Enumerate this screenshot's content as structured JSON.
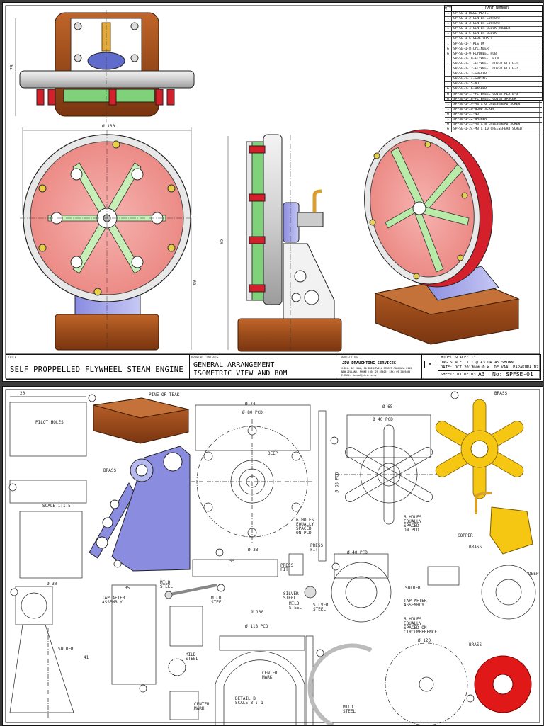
{
  "sheet1": {
    "bom_header": {
      "qty": "QTY",
      "part": "PART NUMBER"
    },
    "bom_rows": [
      {
        "qty": "1",
        "part": "SPFSE-1-BASE PLATE"
      },
      {
        "qty": "1",
        "part": "SPFSE-1-2-CENTER SUPPORT"
      },
      {
        "qty": "1",
        "part": "SPFSE-1-3-CENTER SUPPORT"
      },
      {
        "qty": "1",
        "part": "SPFSE-1-4-CENTER BLOCK HOLDER"
      },
      {
        "qty": "1",
        "part": "SPFSE-1-5-CENTER BLOCK"
      },
      {
        "qty": "1",
        "part": "SPFSE-1-6-SIDE SHAFT"
      },
      {
        "qty": "1",
        "part": "SPFSE-1-7-PISTON"
      },
      {
        "qty": "6",
        "part": "SPFSE-1-8-CYLINDER"
      },
      {
        "qty": "6",
        "part": "SPFSE-1-9-FLYWHEEL HUB"
      },
      {
        "qty": "1",
        "part": "SPFSE-1-10-FLYWHEEL RIM"
      },
      {
        "qty": "1",
        "part": "SPFSE-1-11-FLYWHEEL COVER PLATE-1"
      },
      {
        "qty": "1",
        "part": "SPFSE-1-12-FLYWHEEL COVER PLATE-2"
      },
      {
        "qty": "1",
        "part": "SPFSE-1-13-SPACER"
      },
      {
        "qty": "1",
        "part": "SPFSE-1-14-SPRING"
      },
      {
        "qty": "1",
        "part": "SPFSE-1-15-NUT"
      },
      {
        "qty": "6",
        "part": "SPFSE-1-16-WASHER"
      },
      {
        "qty": "6",
        "part": "SPFSE-1-17-FLYWHEEL COVER PLATE-3"
      },
      {
        "qty": "6",
        "part": "SPFSE-1-18-FLYWHEEL COVER SPACER"
      },
      {
        "qty": "1",
        "part": "SPFSE-1-19-M3 X 6 CHEESEHEAD SCREW"
      },
      {
        "qty": "1",
        "part": "SPFSE-1-20-WOOD SCREW"
      },
      {
        "qty": "6",
        "part": "SPFSE-1-21-NUT"
      },
      {
        "qty": "1",
        "part": "SPFSE-1-22-WASHER"
      },
      {
        "qty": "6",
        "part": "SPFSE-1-23-M3 X 8 CHEESEHEAD SCREW"
      },
      {
        "qty": "6",
        "part": "SPFSE-1-24-M3 X 10 CHEESEHEAD SCREW"
      }
    ],
    "dims": {
      "top_height": "28",
      "front_width": "Ø 130",
      "front_height": "68",
      "side_height": "95"
    },
    "title_block": {
      "title_label": "TITLE",
      "title": "SELF PROPPELLED FLYWHEEL STEAM ENGINE",
      "contents_label": "DRAWING CONTENTS",
      "contents_line1": "GENERAL ARRANGEMENT",
      "contents_line2": "ISOMETRIC VIEW AND BOM",
      "project_label": "PROJECT No.",
      "company": "JDW DRAUGHTING SERVICES",
      "address1": "J.D.W. DE VAAL, 18 BRIGHTWELL STREET PAPAKURA 2113",
      "address2": "NEW ZEALAND. PHONE (09) 29 89409, FAX: 09 2989409",
      "address3": "E-MAIL: devaal@xtra.co.nz",
      "model_scale": "MODEL SCALE: 1:1",
      "dwg_scale": "DWG SCALE: 1:1 @ A3 OR AS SHOWN",
      "drawn_by": "DRAWN BY:",
      "drawer": "J.W. DE VAAL PAPAKURA NZ",
      "date": "DATE: OCT 2012",
      "sheet": "SHEET: 01 OF 03",
      "size": "A3",
      "number": "No:  SPFSE-01"
    }
  },
  "sheet2": {
    "labels": {
      "pine": "PINE OR TEAK",
      "pilot": "PILOT HOLES",
      "brass1": "BRASS",
      "brass2": "BRASS",
      "brass3": "BRASS",
      "brass4": "BRASS",
      "copper": "COPPER",
      "scale1": "SCALE 1:1.5",
      "detail": "DETAIL B\nSCALE 3 : 1",
      "center1": "CENTER\nMARK",
      "center2": "CENTER\nMARK",
      "deep1": "DEEP",
      "deep2": "DEEP",
      "holes1": "6 HOLES\nEQUALLY\nSPACED\nON PCD",
      "holes2": "6 HOLES\nEQUALLY\nSPACED\nON PCD",
      "holes3": "6 HOLES\nEQUALLY\nSPACED ON\nCIRCUMFERENCE",
      "press1": "PRESS\nFIT",
      "press2": "PRESS\nFIT",
      "mild1": "MILD\nSTEEL",
      "mild2": "MILD\nSTEEL",
      "mild3": "MILD\nSTEEL",
      "mild4": "MILD\nSTEEL",
      "mild5": "MILD\nSTEEL",
      "silver1": "SILVER\nSTEEL",
      "silver2": "SILVER\nSTEEL",
      "solder1": "SOLDER",
      "solder2": "SOLDER",
      "tap1": "TAP AFTER\nASSEMBLY",
      "tap2": "TAP AFTER\nASSEMBLY",
      "pcd80": "Ø 80 PCD",
      "pcd40": "Ø 40 PCD",
      "pcd40b": "Ø 40 PCD",
      "d74": "Ø 74",
      "d65": "Ø 65",
      "d130": "Ø 130",
      "d120": "Ø 120",
      "d118pcd": "Ø 118 PCD",
      "d30": "Ø 30",
      "d33": "Ø 33",
      "pcd33": "Ø 33 PCD",
      "n55": "55",
      "n20": "20",
      "n41": "41",
      "n35": "35"
    }
  }
}
